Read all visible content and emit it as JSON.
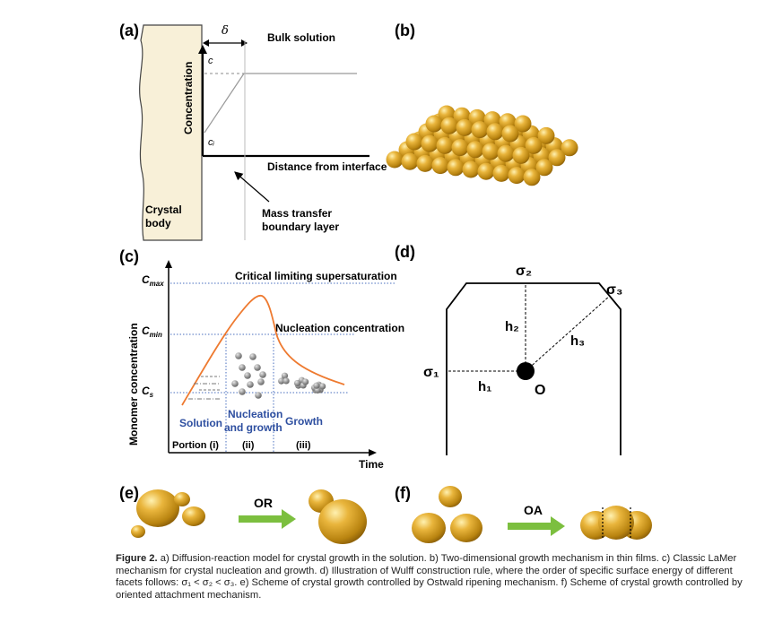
{
  "panels": {
    "a": {
      "label": "(a)",
      "delta": "δ",
      "bulk": "Bulk solution",
      "c": "c",
      "ci": "cᵢ",
      "y_axis": "Concentration",
      "x_axis": "Distance from interface",
      "crystal_line1": "Crystal",
      "crystal_line2": "body",
      "mass_line1": "Mass transfer",
      "mass_line2": "boundary layer"
    },
    "b": {
      "label": "(b)"
    },
    "c": {
      "label": "(c)",
      "cmax": "C",
      "cmax_sub": "max",
      "cmin": "C",
      "cmin_sub": "min",
      "cs": "C",
      "cs_sub": "s",
      "critical": "Critical limiting supersaturation",
      "nucleation_conc": "Nucleation concentration",
      "y_axis": "Monomer concentration",
      "x_axis": "Time",
      "stage_solution": "Solution",
      "stage_nuc1": "Nucleation",
      "stage_nuc2": "and growth",
      "stage_growth": "Growth",
      "portion": "Portion (i)",
      "p2": "(ii)",
      "p3": "(iii)"
    },
    "d": {
      "label": "(d)",
      "sigma1": "σ₁",
      "sigma2": "σ₂",
      "sigma3": "σ₃",
      "h1": "h₁",
      "h2": "h₂",
      "h3": "h₃",
      "o": "O"
    },
    "e": {
      "label": "(e)",
      "arrow": "OR"
    },
    "f": {
      "label": "(f)",
      "arrow": "OA"
    }
  },
  "caption": {
    "label": "Figure 2.",
    "text": " a) Diffusion-reaction model for crystal growth in the solution. b) Two-dimensional growth mechanism in thin films. c) Classic LaMer mechanism for crystal nucleation and growth. d) Illustration of Wulff construction rule, where the order of specific surface energy of different facets follows: σ₁ < σ₂ < σ₃. e) Scheme of crystal growth controlled by Ostwald ripening mechanism. f) Scheme of crystal growth controlled by oriented attachment mechanism."
  },
  "colors": {
    "gold": "#d4a030",
    "orange_curve": "#ee7a30",
    "blue_text": "#2e4fa0",
    "green_arrow": "#7cbf3f",
    "crystal_fill": "#f8f0d8"
  }
}
